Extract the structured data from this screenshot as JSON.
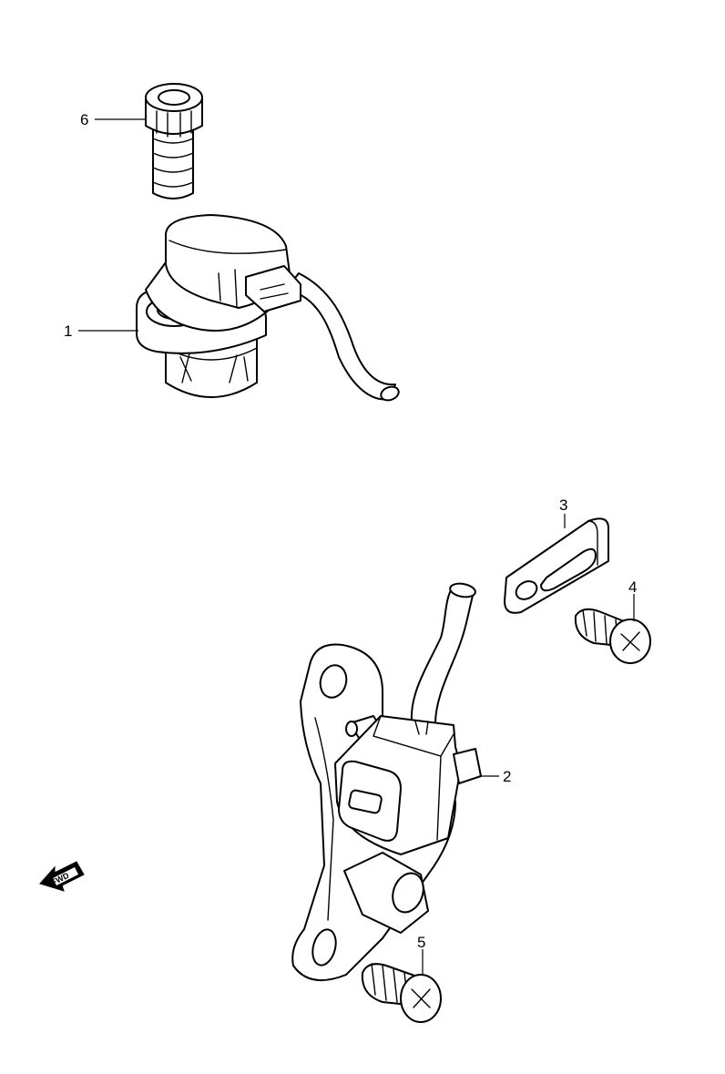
{
  "callouts": {
    "c1": "1",
    "c2": "2",
    "c3": "3",
    "c4": "4",
    "c5": "5",
    "c6": "6"
  },
  "fwd_label": "FWD",
  "colors": {
    "line": "#000000",
    "background": "#ffffff"
  }
}
